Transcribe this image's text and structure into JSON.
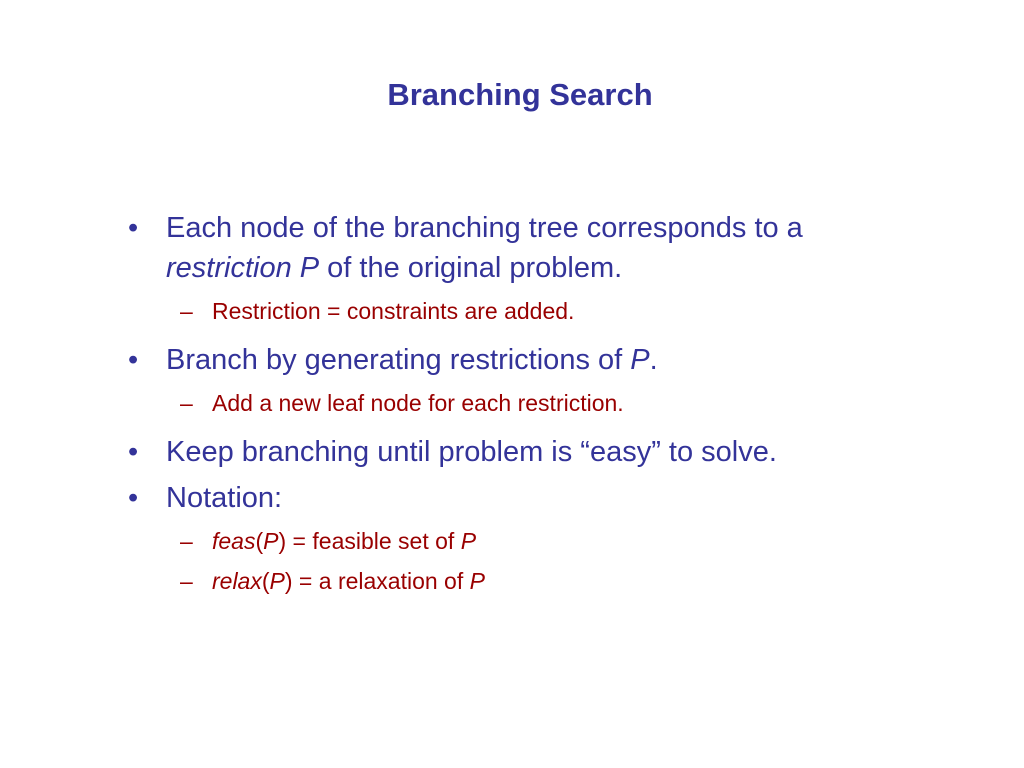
{
  "slide": {
    "title": "Branching Search",
    "bullet_glyph": "•",
    "dash_glyph": "–",
    "items": [
      {
        "line1": "Each node of the branching tree corresponds to a",
        "line2_italic": "restriction P",
        "line2_rest": " of the original problem.",
        "sub": "Restriction = constraints are added."
      },
      {
        "text": "Branch by generating restrictions of ",
        "italic": "P",
        "tail": ".",
        "sub": "Add a new leaf node for each restriction."
      },
      {
        "text": "Keep branching until problem is “easy” to solve."
      },
      {
        "text": "Notation:",
        "subs": [
          {
            "fn": "feas",
            "open": "(",
            "arg": "P",
            "close": ")",
            "eq": " = feasible set of ",
            "var": "P"
          },
          {
            "fn": "relax",
            "open": "(",
            "arg": "P",
            "close": ")",
            "eq": " = a relaxation of ",
            "var": "P"
          }
        ]
      }
    ]
  }
}
